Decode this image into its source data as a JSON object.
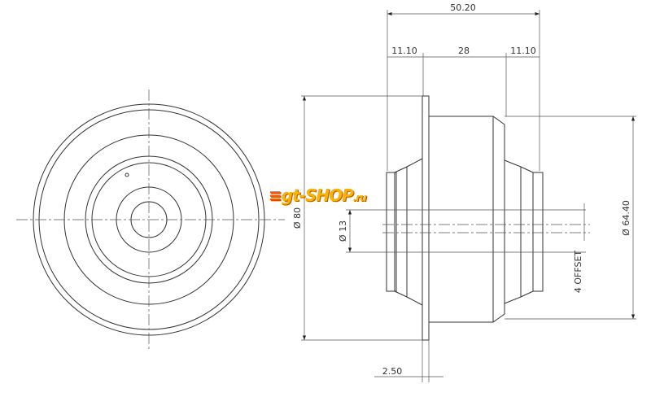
{
  "logo": {
    "text": "gt-SHOP.ru",
    "main": "gt-SHOP",
    "suffix": ".ru"
  },
  "dimensions": {
    "overall_length": "50.20",
    "left_end": "11.10",
    "middle": "28",
    "right_end": "11.10",
    "flange_diameter": "Ø 80",
    "bore_diameter": "Ø 13",
    "body_diameter": "Ø 64.40",
    "offset": "4 OFFSET",
    "flange_thickness": "2.50"
  }
}
